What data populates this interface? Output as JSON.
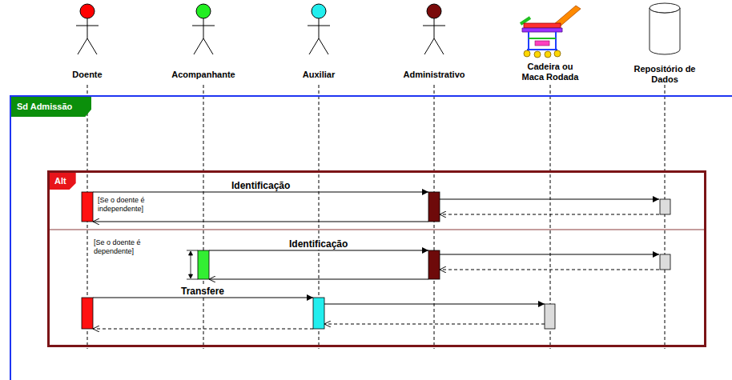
{
  "diagram": {
    "nodes": [
      {
        "text": [
          "Doente"
        ]
      },
      {
        "text": [
          "Acompanhante"
        ]
      },
      {
        "text": [
          "Auxiliar"
        ]
      },
      {
        "text": [
          "Administrativo"
        ]
      },
      {
        "text": [
          "Cadeira ou Maca Rodada"
        ]
      },
      {
        "text": [
          "Repositório de Dados"
        ]
      },
      {
        "text": [
          "Sd Admissão"
        ]
      },
      {
        "text": [
          "Alt",
          "[Se o doente é independente]",
          "[Se o doente é dependente]"
        ],
        "in": 6
      }
    ],
    "edges": [
      {
        "from": 0,
        "to": 3,
        "label": "Identificação",
        "arrow": "to"
      },
      {
        "from": 3,
        "to": 5,
        "arrow": "to"
      },
      {
        "from": 5,
        "to": 3,
        "arrow": "to"
      },
      {
        "from": 3,
        "to": 0,
        "arrow": "to"
      },
      {
        "from": 1,
        "to": 3,
        "label": "Identificação",
        "arrow": "to"
      },
      {
        "from": 3,
        "to": 5,
        "arrow": "to"
      },
      {
        "from": 5,
        "to": 3,
        "arrow": "to"
      },
      {
        "from": 3,
        "to": 1,
        "arrow": "to"
      },
      {
        "from": 0,
        "to": 2,
        "label": "Transfere",
        "arrow": "to"
      },
      {
        "from": 2,
        "to": 4,
        "arrow": "to"
      },
      {
        "from": 4,
        "to": 2,
        "arrow": "to"
      },
      {
        "from": 2,
        "to": 0,
        "arrow": "to"
      }
    ]
  }
}
